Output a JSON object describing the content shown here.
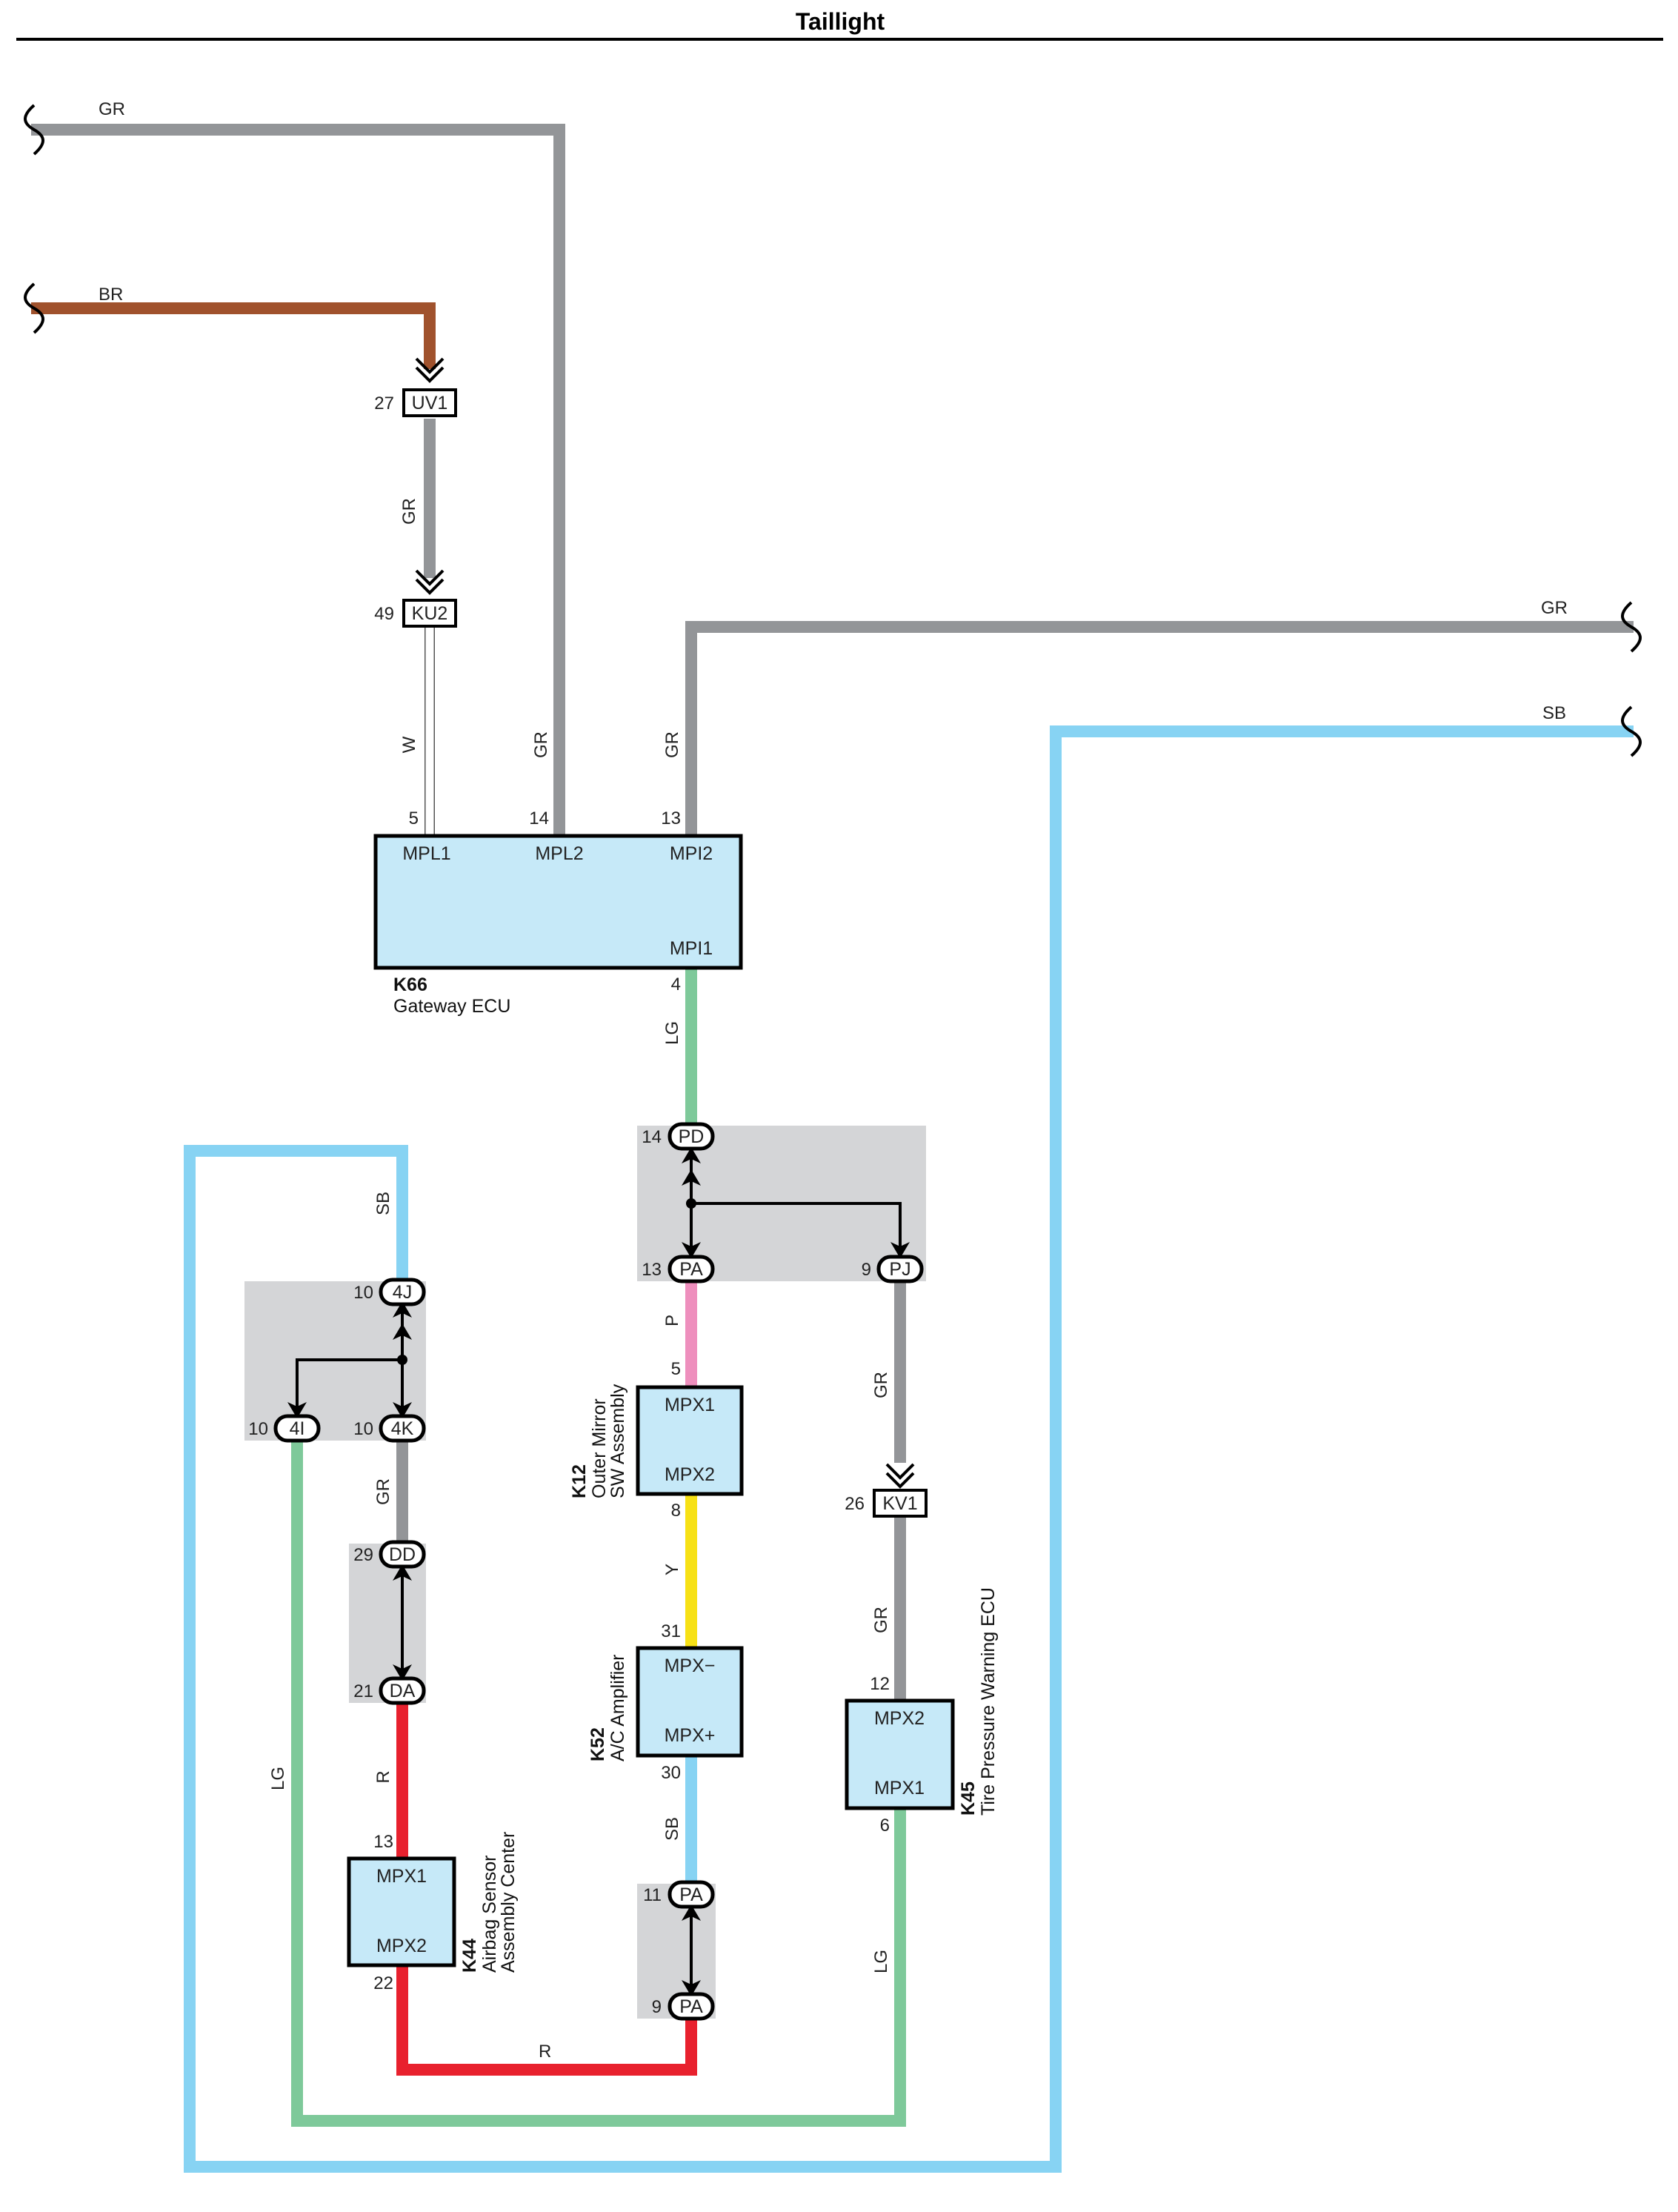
{
  "title": "Taillight",
  "colors": {
    "GR": "#939598",
    "BR": "#a0522d",
    "SB": "#87d3f3",
    "LG": "#7ec99a",
    "P": "#ee8fbd",
    "Y": "#f7e116",
    "R": "#e8212e",
    "W": "#ffffff",
    "box_fill": "#c6e9f8",
    "junction_fill": "#d4d5d7"
  },
  "wire_labels": {
    "gr_top_left": "GR",
    "br_left": "BR",
    "gr_uv1_ku2": "GR",
    "w_ku2": "W",
    "gr_mpl2": "GR",
    "gr_mpi2": "GR",
    "gr_right": "GR",
    "sb_right": "SB",
    "lg_mpi1": "LG",
    "sb_left": "SB",
    "p_wire": "P",
    "gr_4k_dd": "GR",
    "gr_pj_kv1": "GR",
    "y_wire": "Y",
    "gr_kv1_k45": "GR",
    "lg_left": "LG",
    "r_da": "R",
    "sb_k52": "SB",
    "lg_k45": "LG",
    "r_bottom": "R"
  },
  "connectors": {
    "uv1": {
      "name": "UV1",
      "pin": "27"
    },
    "ku2": {
      "name": "KU2",
      "pin": "49"
    },
    "kv1": {
      "name": "KV1",
      "pin": "26"
    }
  },
  "junctions": {
    "pd": {
      "name": "PD",
      "pin": "14"
    },
    "pa13": {
      "name": "PA",
      "pin": "13"
    },
    "pj": {
      "name": "PJ",
      "pin": "9"
    },
    "j4j": {
      "name": "4J",
      "pin": "10"
    },
    "j4i": {
      "name": "4I",
      "pin": "10"
    },
    "j4k": {
      "name": "4K",
      "pin": "10"
    },
    "dd": {
      "name": "DD",
      "pin": "29"
    },
    "da": {
      "name": "DA",
      "pin": "21"
    },
    "pa11": {
      "name": "PA",
      "pin": "11"
    },
    "pa9": {
      "name": "PA",
      "pin": "9"
    }
  },
  "components": {
    "k66": {
      "code": "K66",
      "name": "Gateway ECU",
      "terminals": {
        "mpl1": "MPL1",
        "mpl2": "MPL2",
        "mpi2": "MPI2",
        "mpi1": "MPI1"
      },
      "pins": {
        "mpl1": "5",
        "mpl2": "14",
        "mpi2": "13",
        "mpi1": "4"
      }
    },
    "k12": {
      "code": "K12",
      "name_line1": "Outer Mirror",
      "name_line2": "SW Assembly",
      "terminals": {
        "top": "MPX1",
        "bottom": "MPX2"
      },
      "pins": {
        "top": "5",
        "bottom": "8"
      }
    },
    "k52": {
      "code": "K52",
      "name": "A/C Amplifier",
      "terminals": {
        "top": "MPX−",
        "bottom": "MPX+"
      },
      "pins": {
        "top": "31",
        "bottom": "30"
      }
    },
    "k45": {
      "code": "K45",
      "name": "Tire Pressure Warning ECU",
      "terminals": {
        "top": "MPX2",
        "bottom": "MPX1"
      },
      "pins": {
        "top": "12",
        "bottom": "6"
      }
    },
    "k44": {
      "code": "K44",
      "name_line1": "Airbag Sensor",
      "name_line2": "Assembly Center",
      "terminals": {
        "top": "MPX1",
        "bottom": "MPX2"
      },
      "pins": {
        "top": "13",
        "bottom": "22"
      }
    }
  }
}
